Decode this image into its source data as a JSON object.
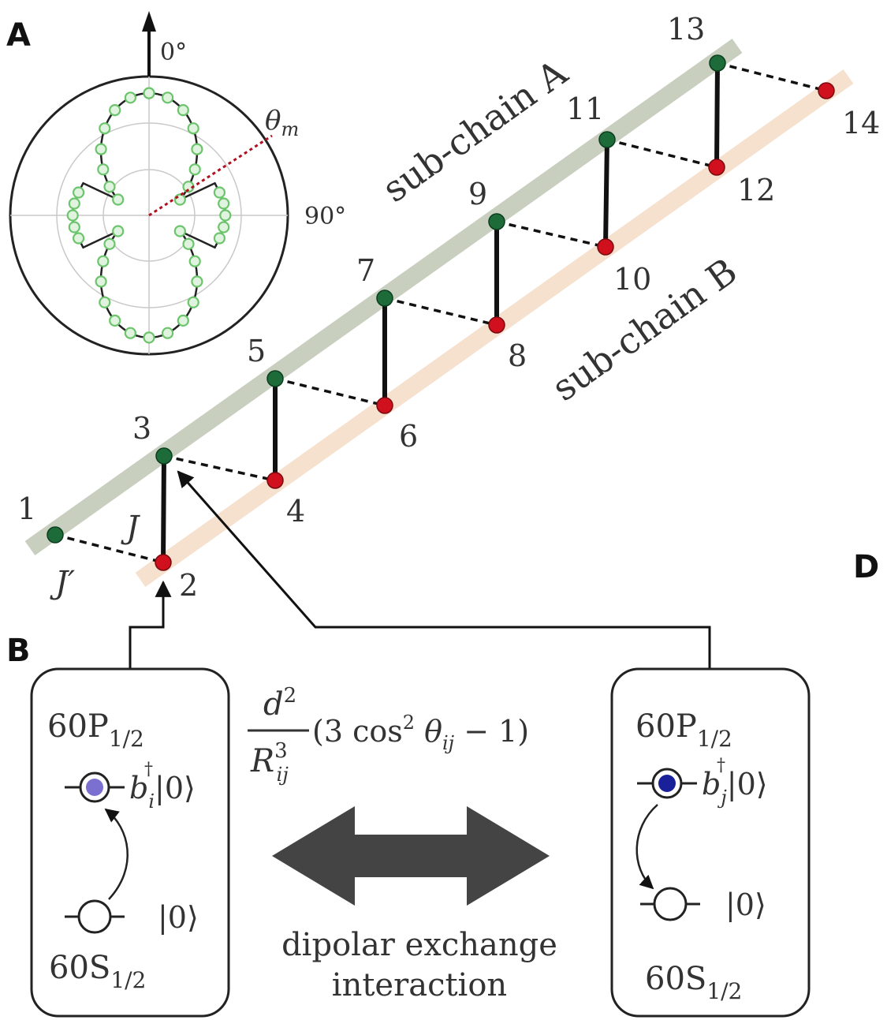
{
  "panels": {
    "a": "A",
    "b": "B",
    "d": "D"
  },
  "polar": {
    "label_zero": "0°",
    "label_ninety": "90°",
    "label_theta_base": "θ",
    "label_theta_sub": "m"
  },
  "chain": {
    "subchain_a": "sub-chain A",
    "subchain_b": "sub-chain B",
    "coupling_j": "J",
    "coupling_jprime": "J′",
    "sites_a": [
      "1",
      "3",
      "5",
      "7",
      "9",
      "11",
      "13"
    ],
    "sites_b": [
      "2",
      "4",
      "6",
      "8",
      "10",
      "12",
      "14"
    ]
  },
  "left_box": {
    "top_state": "60P",
    "top_state_sub": "1/2",
    "bottom_state": "60S",
    "bottom_state_sub": "1/2",
    "excited_label": "b",
    "excited_label_sub": "i",
    "excited_ket": "|0⟩",
    "ground_label": "|0⟩"
  },
  "right_box": {
    "top_state": "60P",
    "top_state_sub": "1/2",
    "bottom_state": "60S",
    "bottom_state_sub": "1/2",
    "excited_label": "b",
    "excited_label_sub": "j",
    "excited_ket": "|0⟩",
    "ground_label": "|0⟩"
  },
  "formula": {
    "numerator": "d",
    "numerator_sup": "2",
    "denominator": "R",
    "denominator_sup": "3",
    "denominator_sub": "ij",
    "expression": "(3 cos",
    "expression_sup": "2",
    "expression_theta": " θ",
    "expression_sub": "ij",
    "expression_tail": " − 1)"
  },
  "exchange": {
    "line1": "dipolar exchange",
    "line2": "interaction"
  },
  "colors": {
    "subchain_a_band": "#c8cfbf",
    "subchain_b_band": "#f6e1cf",
    "site_a": "#1e6b3a",
    "site_b": "#d0101c",
    "polar_points": "#6cc46c",
    "theta_line": "#b01020",
    "excitation_i": "#7b6fd0",
    "excitation_j": "#1a1f9a",
    "arrow": "#444444"
  }
}
